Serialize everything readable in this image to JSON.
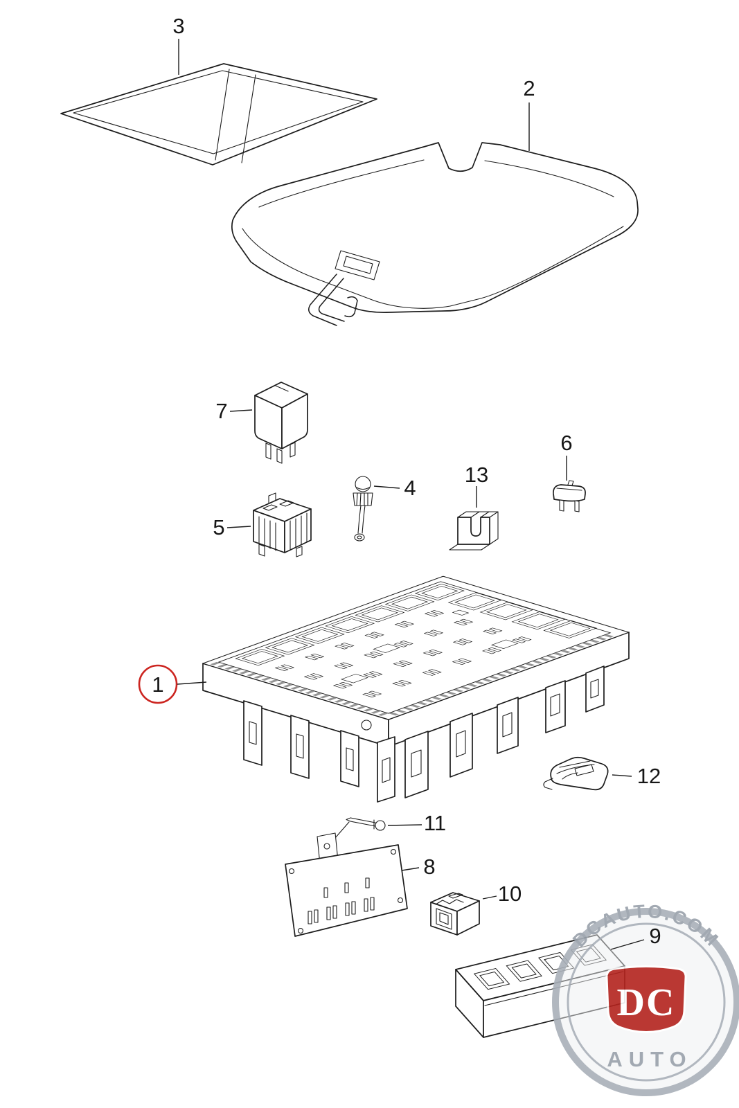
{
  "diagram": {
    "callouts": {
      "p1": "1",
      "p2": "2",
      "p3": "3",
      "p4": "4",
      "p5": "5",
      "p6": "6",
      "p7": "7",
      "p8": "8",
      "p9": "9",
      "p10": "10",
      "p11": "11",
      "p12": "12",
      "p13": "13"
    },
    "highlighted_callout": "1",
    "colors": {
      "line": "#1c1c1c",
      "highlight_ring": "#cc2520"
    }
  },
  "watermark": {
    "arc_text": "DCAUTO.COM",
    "shield_text": "DC",
    "sub_text": "AUTO",
    "colors": {
      "ring": "#a9b0b9",
      "text": "#98a0aa",
      "shield": "#b3231e"
    }
  }
}
